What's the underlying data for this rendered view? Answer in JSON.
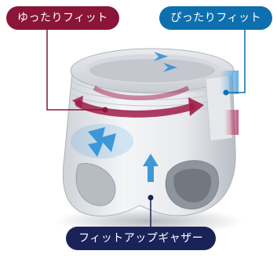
{
  "labels": {
    "loose_fit": "ゆったりフィット",
    "snug_fit": "ぴったりフィット",
    "fit_up_gather": "フィットアップギャザー"
  },
  "colors": {
    "loose_fit_accent": "#8a1538",
    "snug_fit_accent": "#0e6fae",
    "gather_label": "#1a2358"
  },
  "icons": [
    "pants-diaper-illustration",
    "curved-arrow",
    "upward-arrow-cluster"
  ]
}
